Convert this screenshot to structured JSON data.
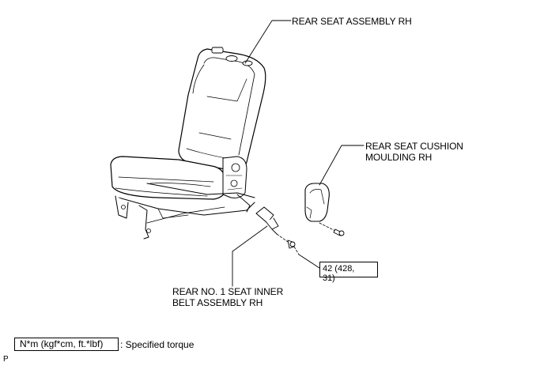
{
  "labels": {
    "seat_assembly": "REAR SEAT ASSEMBLY RH",
    "cushion_moulding_line1": "REAR SEAT CUSHION",
    "cushion_moulding_line2": "MOULDING RH",
    "belt_line1": "REAR NO. 1 SEAT INNER",
    "belt_line2": "BELT ASSEMBLY RH"
  },
  "torque": {
    "line1": "42 (428,",
    "line2": "31)"
  },
  "legend": {
    "box_text": "N*m (kgf*cm, ft.*lbf)",
    "description": ": Specified torque"
  },
  "corner_letter": "P"
}
